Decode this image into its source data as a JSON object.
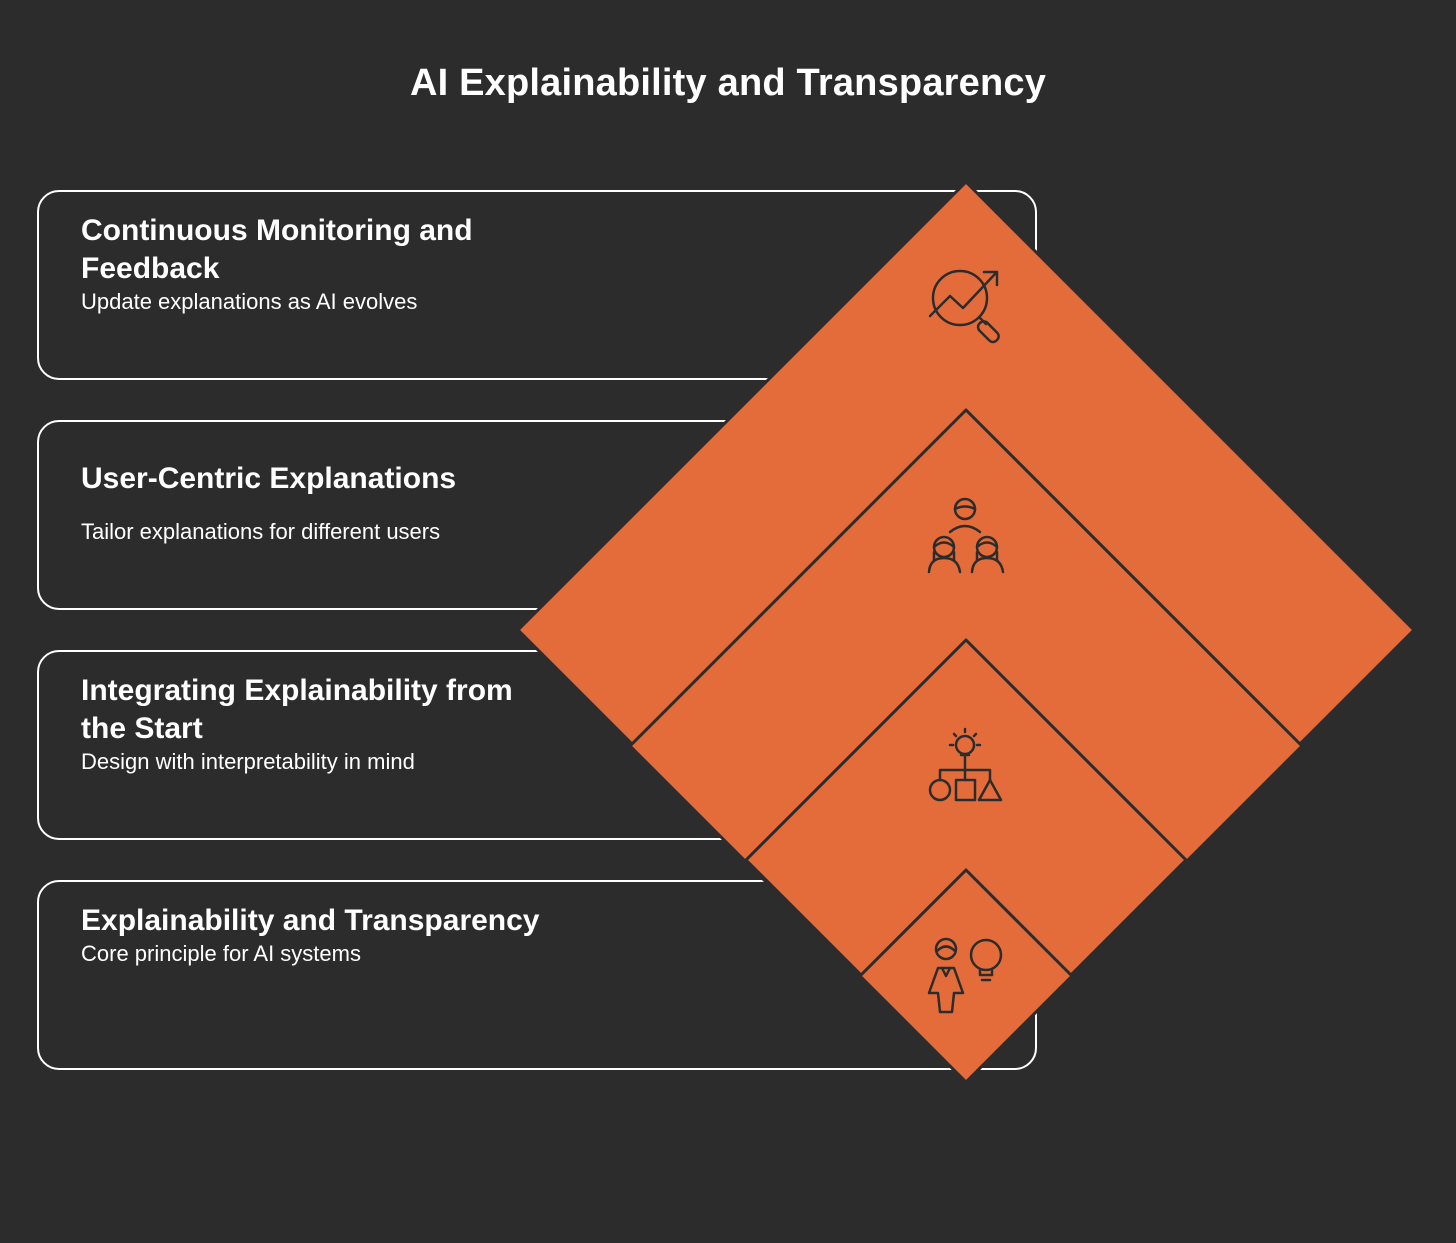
{
  "title": "AI Explainability and Transparency",
  "layers": [
    {
      "heading": "Continuous Monitoring and Feedback",
      "description": "Update explanations as AI evolves",
      "icon": "monitoring-chart-icon"
    },
    {
      "heading": "User-Centric Explanations",
      "description": "Tailor explanations for different users",
      "icon": "users-group-icon"
    },
    {
      "heading": "Integrating Explainability from the Start",
      "description": "Design with interpretability in mind",
      "icon": "idea-shapes-icon"
    },
    {
      "heading": "Explainability and Transparency",
      "description": "Core principle for AI systems",
      "icon": "person-idea-icon"
    }
  ],
  "colors": {
    "background": "#2c2c2c",
    "accent": "#e46c3b",
    "outline": "#2c2c2c",
    "text": "#ffffff"
  }
}
